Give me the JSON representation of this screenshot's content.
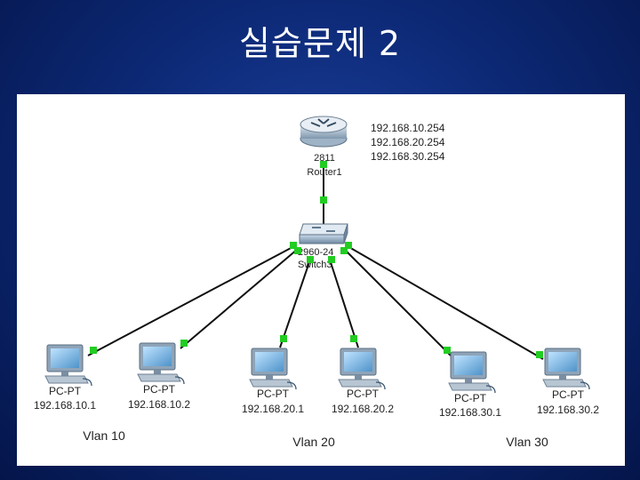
{
  "slide": {
    "title": "실습문제 2"
  },
  "router": {
    "model": "2811",
    "name": "Router1"
  },
  "router_ips": [
    "192.168.10.254",
    "192.168.20.254",
    "192.168.30.254"
  ],
  "switch": {
    "model": "2960-24",
    "name": "Switch3"
  },
  "pcs": [
    {
      "type": "PC-PT",
      "ip": "192.168.10.1"
    },
    {
      "type": "PC-PT",
      "ip": "192.168.10.2"
    },
    {
      "type": "PC-PT",
      "ip": "192.168.20.1"
    },
    {
      "type": "PC-PT",
      "ip": "192.168.20.2"
    },
    {
      "type": "PC-PT",
      "ip": "192.168.30.1"
    },
    {
      "type": "PC-PT",
      "ip": "192.168.30.2"
    }
  ],
  "vlans": [
    "Vlan 10",
    "Vlan 20",
    "Vlan 30"
  ],
  "colors": {
    "link": "#111111",
    "port_up": "#22cc22",
    "background": "#0d2a78"
  }
}
